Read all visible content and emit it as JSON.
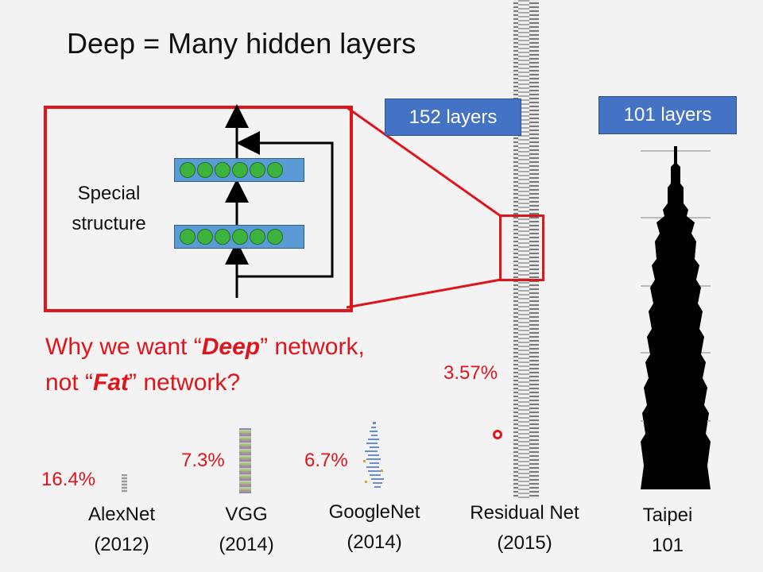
{
  "slide": {
    "title": "Deep = Many hidden layers",
    "special_structure": "Special structure",
    "question": {
      "p1": "Why we want “",
      "deep": "Deep",
      "p2": "” network,",
      "p3": "not “",
      "fat": "Fat",
      "p4": "” network?"
    },
    "badges": {
      "resnet": "152 layers",
      "taipei": "101 layers"
    },
    "errors": {
      "alexnet": "16.4%",
      "vgg": "7.3%",
      "googlenet": "6.7%",
      "resnet": "3.57%"
    },
    "networks": {
      "alexnet": {
        "name": "AlexNet",
        "year": "(2012)"
      },
      "vgg": {
        "name": "VGG",
        "year": "(2014)"
      },
      "googlenet": {
        "name": "GoogleNet",
        "year": "(2014)"
      },
      "resnet": {
        "name": "Residual Net",
        "year": "(2015)"
      },
      "taipei": {
        "name": "Taipei",
        "year": "101"
      }
    },
    "colors": {
      "accent_red": "#e0141b",
      "badge_blue": "#4472c4",
      "layer_blue": "#5b9bd5",
      "node_green": "#3cb33c"
    }
  }
}
